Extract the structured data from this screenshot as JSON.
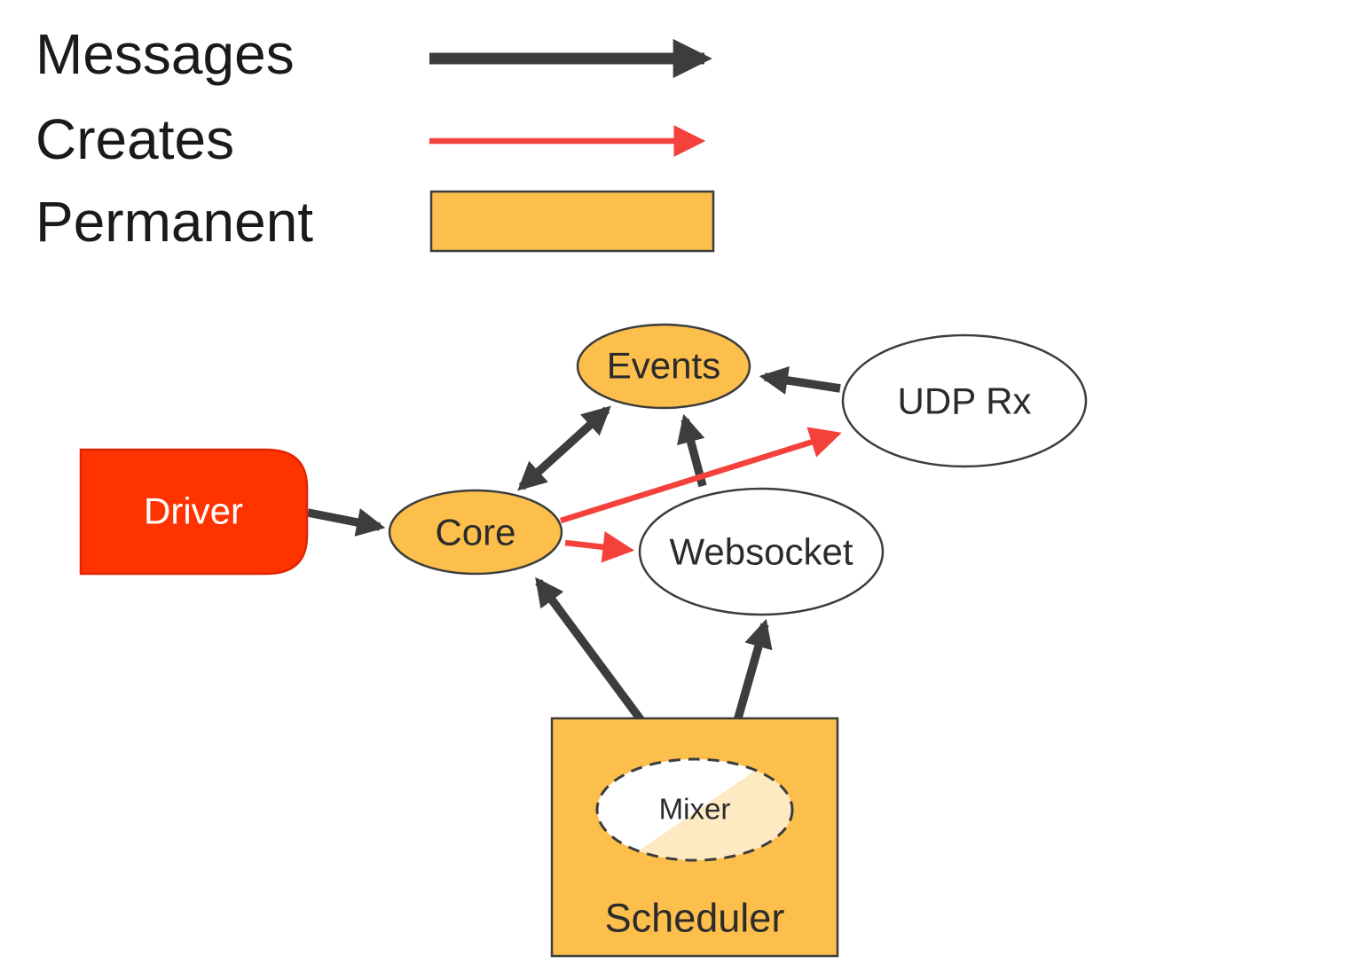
{
  "legend": {
    "messages_label": "Messages",
    "creates_label": "Creates",
    "permanent_label": "Permanent"
  },
  "colors": {
    "messages_arrow": "#3d3d3d",
    "creates_arrow": "#f5413c",
    "permanent_fill": "#fcbf4c",
    "driver_fill": "#ff3300",
    "node_stroke": "#3d3d3d",
    "white_fill": "#ffffff",
    "mixer_pale_fill": "#fdeac2"
  },
  "nodes": {
    "events": {
      "label": "Events",
      "type": "permanent"
    },
    "udp_rx": {
      "label": "UDP Rx",
      "type": "transient"
    },
    "driver": {
      "label": "Driver",
      "type": "external"
    },
    "core": {
      "label": "Core",
      "type": "permanent"
    },
    "websocket": {
      "label": "Websocket",
      "type": "transient"
    },
    "scheduler": {
      "label": "Scheduler",
      "type": "permanent"
    },
    "mixer": {
      "label": "Mixer",
      "type": "partial"
    }
  },
  "edges": [
    {
      "from": "driver",
      "to": "core",
      "type": "messages",
      "bidirectional": false
    },
    {
      "from": "core",
      "to": "events",
      "type": "messages",
      "bidirectional": true
    },
    {
      "from": "udp_rx",
      "to": "events",
      "type": "messages",
      "bidirectional": false
    },
    {
      "from": "websocket",
      "to": "events",
      "type": "messages",
      "bidirectional": false
    },
    {
      "from": "core",
      "to": "scheduler",
      "type": "messages",
      "bidirectional": true
    },
    {
      "from": "scheduler",
      "to": "websocket",
      "type": "messages",
      "bidirectional": false
    },
    {
      "from": "core",
      "to": "udp_rx",
      "type": "creates",
      "bidirectional": false
    },
    {
      "from": "core",
      "to": "websocket",
      "type": "creates",
      "bidirectional": false
    }
  ]
}
